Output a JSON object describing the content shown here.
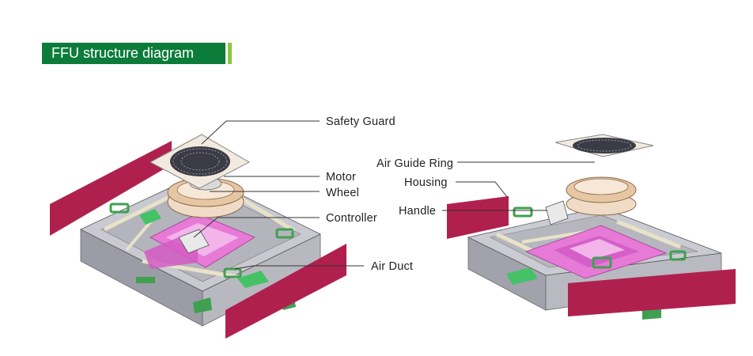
{
  "title": "FFU structure diagram",
  "colors": {
    "title_bg": "#0c7c3a",
    "title_accent": "#8dc63f",
    "panel_magenta": "#b0204f",
    "duct_pink": "#e77ad6",
    "housing_gray": "#a9a9b2",
    "handle_green": "#3fa04f"
  },
  "labels": {
    "left": {
      "safety_guard": "Safety Guard",
      "motor": "Motor",
      "wheel": "Wheel",
      "controller": "Controller",
      "air_duct": "Air Duct"
    },
    "right": {
      "air_guide_ring": "Air Guide Ring",
      "housing": "Housing",
      "handle": "Handle"
    }
  }
}
